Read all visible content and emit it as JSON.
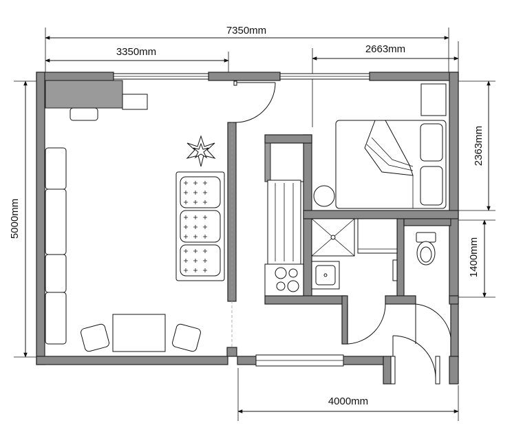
{
  "dimensions": {
    "total_width": "7350mm",
    "living_width": "3350mm",
    "bedroom_width": "2663mm",
    "total_height": "5000mm",
    "bedroom_height": "2363mm",
    "bathroom_height": "1400mm",
    "entry_width": "4000mm"
  },
  "colors": {
    "wall": "#8a8a8a",
    "line": "#111111",
    "background": "#ffffff"
  }
}
